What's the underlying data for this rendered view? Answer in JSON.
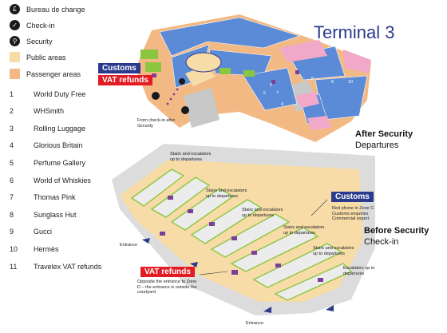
{
  "title": "Terminal 3",
  "legend_icons": [
    {
      "icon": "currency-exchange-icon",
      "glyph": "£",
      "label": "Bureau de change"
    },
    {
      "icon": "check-in-icon",
      "glyph": "✓",
      "label": "Check-in"
    },
    {
      "icon": "security-icon",
      "glyph": "⚲",
      "label": "Security"
    }
  ],
  "legend_areas": [
    {
      "color": "#f7dca8",
      "label": "Public areas"
    },
    {
      "color": "#f3b985",
      "label": "Passenger areas"
    }
  ],
  "shops": [
    {
      "n": "1",
      "name": "World Duty Free"
    },
    {
      "n": "2",
      "name": "WHSmith"
    },
    {
      "n": "3",
      "name": "Rolling Luggage"
    },
    {
      "n": "4",
      "name": "Glorious Britain"
    },
    {
      "n": "5",
      "name": "Perfume Gallery"
    },
    {
      "n": "6",
      "name": "World of Whiskies"
    },
    {
      "n": "7",
      "name": "Thomas Pink"
    },
    {
      "n": "8",
      "name": "Sunglass Hut"
    },
    {
      "n": "9",
      "name": "Gucci"
    },
    {
      "n": "10",
      "name": "Hermès"
    },
    {
      "n": "11",
      "name": "Travelex VAT refunds"
    }
  ],
  "upper_map": {
    "customs_label": "Customs",
    "vat_label": "VAT refunds",
    "from_checkin_note": "From check-in after Security",
    "caption_bold": "After Security",
    "caption_sub": "Departures",
    "shop_numbers": [
      "2",
      "5",
      "7",
      "6",
      "8",
      "10",
      "4"
    ]
  },
  "lower_map": {
    "stairs_notes": [
      "Stairs and escalators up to departures",
      "Stairs and escalators up to departures",
      "Stairs and escalators up to departures",
      "Stairs and escalators up to departures",
      "Stairs and escalators up to departures",
      "Escalators up to departures"
    ],
    "customs_label": "Customs",
    "customs_note": "Red phone in Zone C Customs enquiries Commercial export",
    "vat_label": "VAT refunds",
    "vat_note": "Opposite the entrance to Zone D – the entrance is outside the courtyard",
    "entrance_labels": [
      "Entrance",
      "Entrance"
    ],
    "caption_bold": "Before Security",
    "caption_sub": "Check-in"
  },
  "colors": {
    "brand_blue": "#2b3a8c",
    "vat_red": "#e31b23",
    "public_area": "#f7dca8",
    "passenger_area": "#f3b985",
    "shop_blue": "#5b8ad6",
    "pink": "#f2a9c9",
    "green": "#8cc63f",
    "purple": "#7b3f98"
  }
}
